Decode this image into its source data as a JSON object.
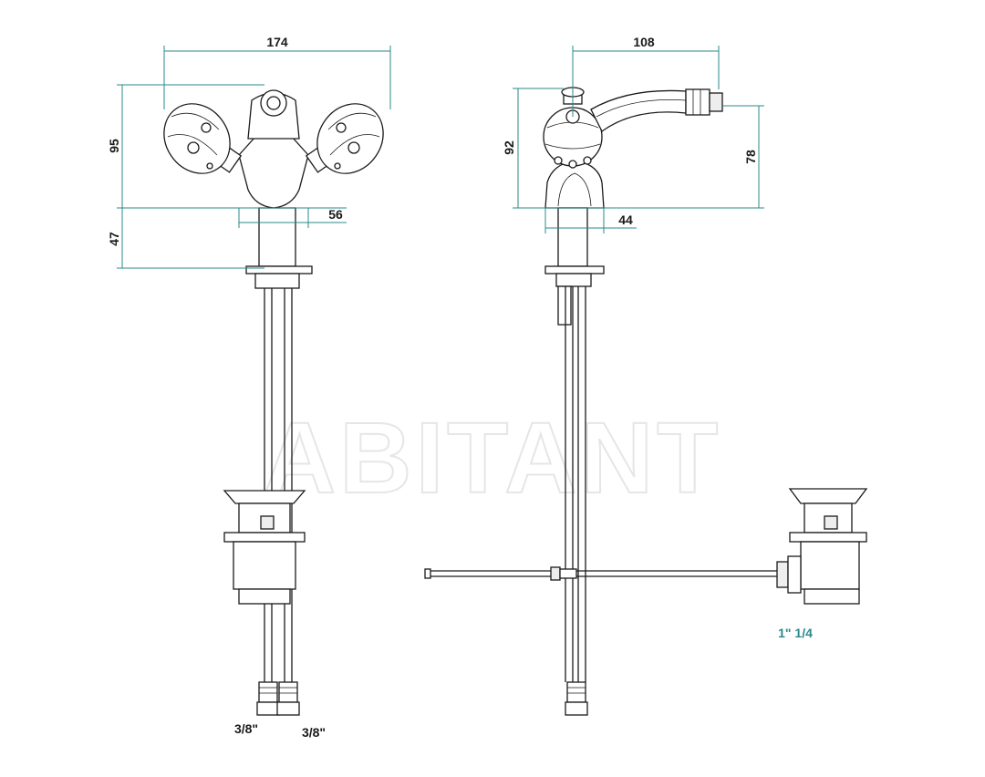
{
  "watermark": "ABITANT",
  "colors": {
    "dimension": "#2a8a8a",
    "outline": "#1a1a1a",
    "watermark_stroke": "#e6e6e6"
  },
  "front_view": {
    "width_label": "174",
    "height_label": "95",
    "lower_height_label": "47",
    "base_width_label": "56",
    "hot_connection_label": "3/8\"",
    "cold_connection_label": "3/8\""
  },
  "side_view": {
    "reach_label": "108",
    "height_label": "92",
    "spout_height_label": "78",
    "base_label": "44",
    "waste_label": "1\" 1/4"
  }
}
